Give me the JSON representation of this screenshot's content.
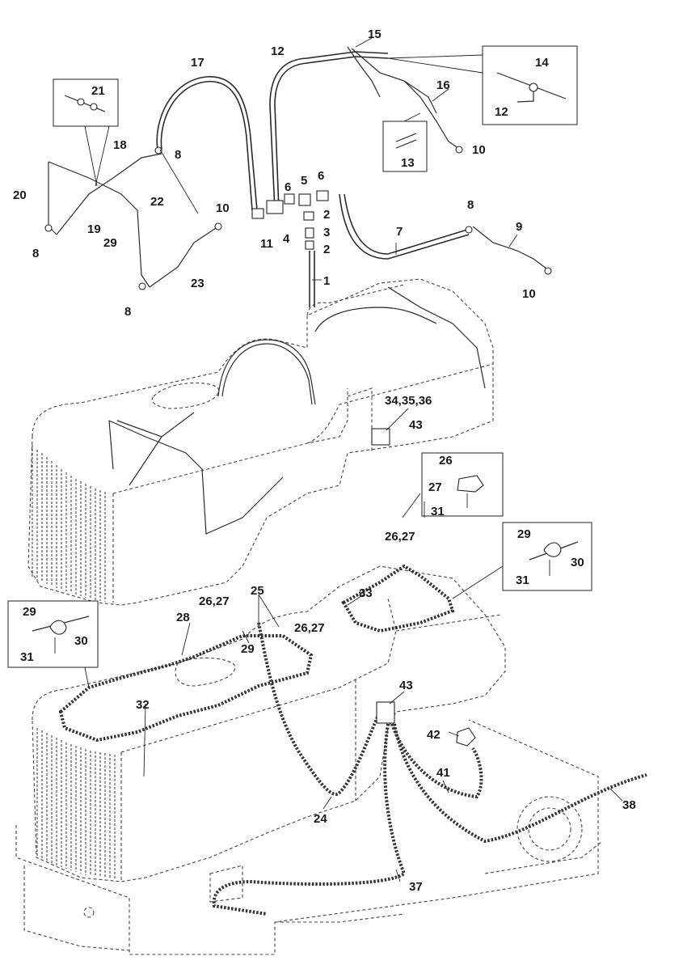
{
  "callouts": {
    "c1": "1",
    "c2a": "2",
    "c2b": "2",
    "c3": "3",
    "c4": "4",
    "c5": "5",
    "c6a": "6",
    "c6b": "6",
    "c7": "7",
    "c8a": "8",
    "c8b": "8",
    "c8c": "8",
    "c8d": "8",
    "c9": "9",
    "c10a": "10",
    "c10b": "10",
    "c10c": "10",
    "c11": "11",
    "c12a": "12",
    "c12b": "12",
    "c13": "13",
    "c14": "14",
    "c15": "15",
    "c16": "16",
    "c17": "17",
    "c18": "18",
    "c19": "19",
    "c20": "20",
    "c21": "21",
    "c22": "22",
    "c23": "23",
    "c24": "24",
    "c25": "25",
    "c26": "26",
    "c2627a": "26,27",
    "c2627b": "26,27",
    "c2627c": "26,27",
    "c27": "27",
    "c28": "28",
    "c29a": "29",
    "c29b": "29",
    "c29c": "29",
    "c29d": "29",
    "c30a": "30",
    "c30b": "30",
    "c31a": "31",
    "c31b": "31",
    "c31c": "31",
    "c32": "32",
    "c33": "33",
    "c343536": "34,35,36",
    "c37": "37",
    "c38": "38",
    "c41": "41",
    "c42": "42",
    "c43a": "43",
    "c43b": "43"
  }
}
